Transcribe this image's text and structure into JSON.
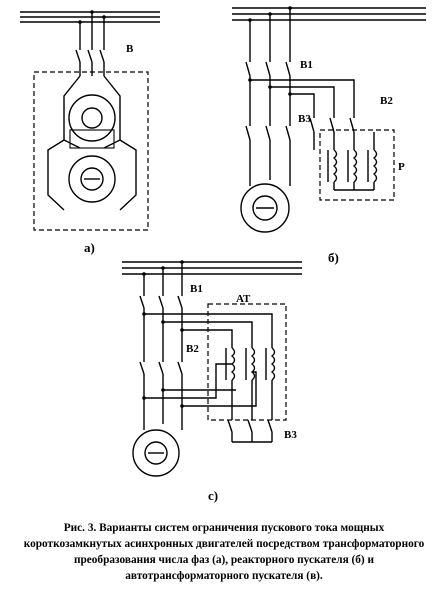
{
  "diagram_a": {
    "label": "а)",
    "switch_label": "В"
  },
  "diagram_b": {
    "label": "б)",
    "switch1_label": "В1",
    "switch2_label": "В2",
    "switch3_label": "В3",
    "reactor_label": "Р"
  },
  "diagram_c": {
    "label": "с)",
    "switch1_label": "В1",
    "switch2_label": "В2",
    "switch3_label": "В3",
    "autotransformer_label": "АТ"
  },
  "caption": "Рис. 3. Варианты систем ограничения пускового тока мощных короткозамкнутых асинхронных двигателей посредством трансформаторного преобразования числа фаз (а), реакторного пускателя (б) и автотрансформаторного пускателя (в)."
}
